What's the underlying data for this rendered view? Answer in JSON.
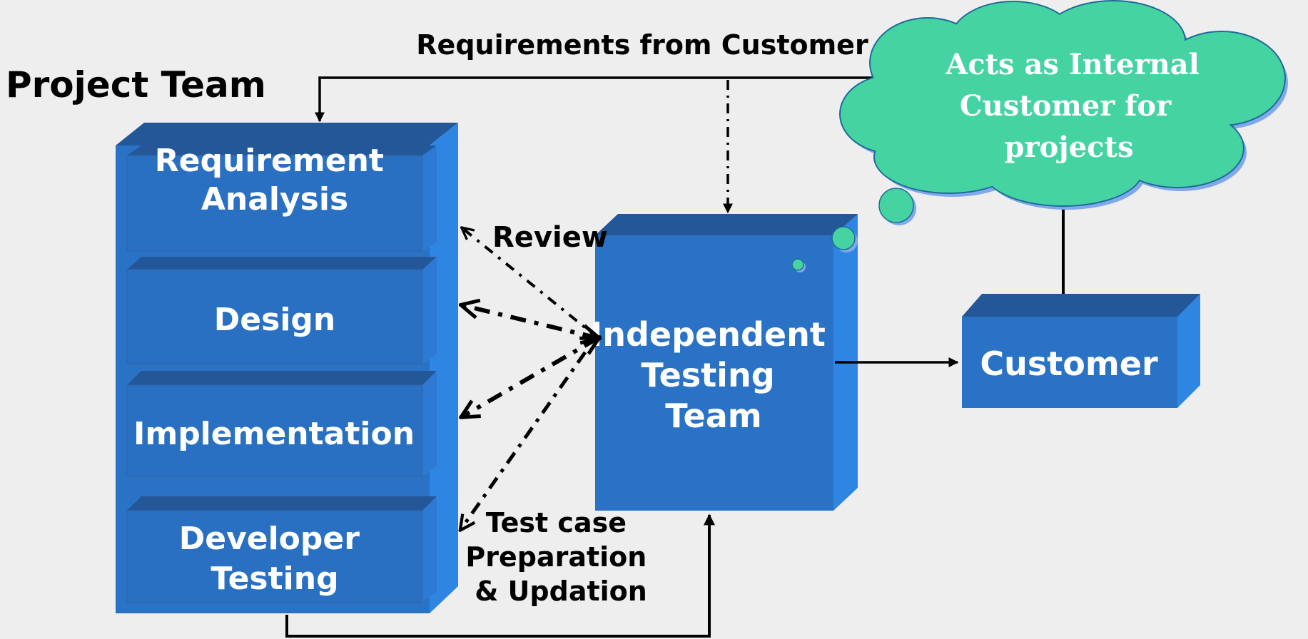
{
  "title": "Project Team",
  "top_label": "Requirements from Customer",
  "project_team_stages": [
    {
      "label_lines": [
        "Requirement",
        "Analysis"
      ]
    },
    {
      "label_lines": [
        "Design"
      ]
    },
    {
      "label_lines": [
        "Implementation"
      ]
    },
    {
      "label_lines": [
        "Developer",
        "Testing"
      ]
    }
  ],
  "review_label": "Review",
  "test_case_label_lines": [
    "Test case",
    "Preparation",
    "& Updation"
  ],
  "testing_team_lines": [
    "Independent",
    "Testing",
    "Team"
  ],
  "customer_label": "Customer",
  "thought_bubble_lines": [
    "Acts as Internal",
    "Customer for",
    "projects"
  ],
  "colors": {
    "background": "#eeeeee",
    "box_front": "#2a72c5",
    "box_top": "#245797",
    "box_side": "#2f86e2",
    "cloud": "#45d3a2",
    "cloud_outline": "#1f6a9b",
    "cloud_shadow": "#7fa9ea",
    "arrows": "#000000"
  }
}
